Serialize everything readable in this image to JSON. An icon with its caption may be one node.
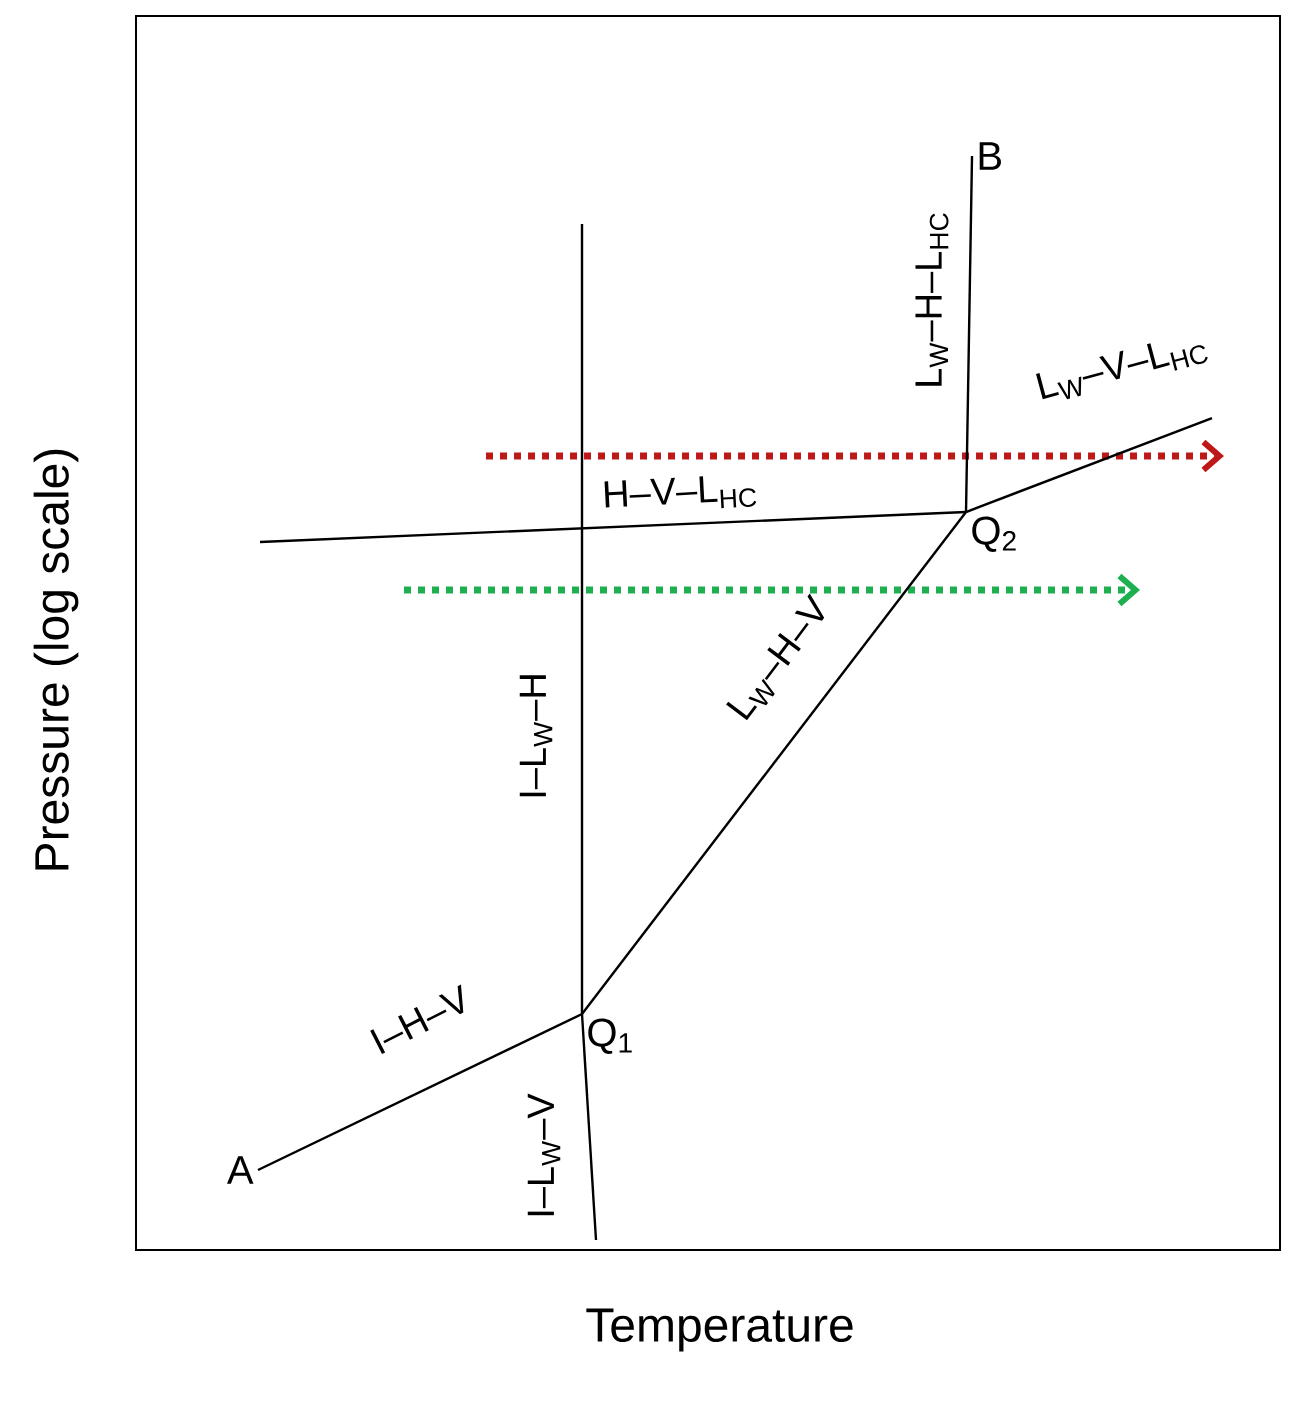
{
  "diagram": {
    "nodes": [
      {
        "text": [
          "A"
        ]
      },
      {
        "text": [
          "Q$_{1}$"
        ]
      },
      {
        "text": [
          "Q$_{2}$"
        ]
      },
      {
        "text": [
          "B"
        ]
      }
    ],
    "edges": [
      {
        "from": 0,
        "to": 1,
        "arrow": "none",
        "label": "I–H–V"
      },
      {
        "from": 1,
        "to": 2,
        "arrow": "none",
        "label": "L$_{W}$–H–V"
      },
      {
        "from": 2,
        "to": 3,
        "arrow": "none",
        "label": "L$_{W}$–H–L$_{HC}$"
      },
      {
        "from": 1,
        "to": null,
        "arrow": "none",
        "label": "I–L$_{W}$–H"
      },
      {
        "from": 1,
        "to": null,
        "arrow": "none",
        "label": "I–L$_{W}$–V"
      },
      {
        "from": 2,
        "to": null,
        "arrow": "none",
        "label": "H–V–L$_{HC}$"
      },
      {
        "from": 2,
        "to": null,
        "arrow": "none",
        "label": "L$_{W}$–V–L$_{HC}$"
      }
    ],
    "labels": [
      "Pressure (log scale)",
      "Temperature"
    ]
  }
}
